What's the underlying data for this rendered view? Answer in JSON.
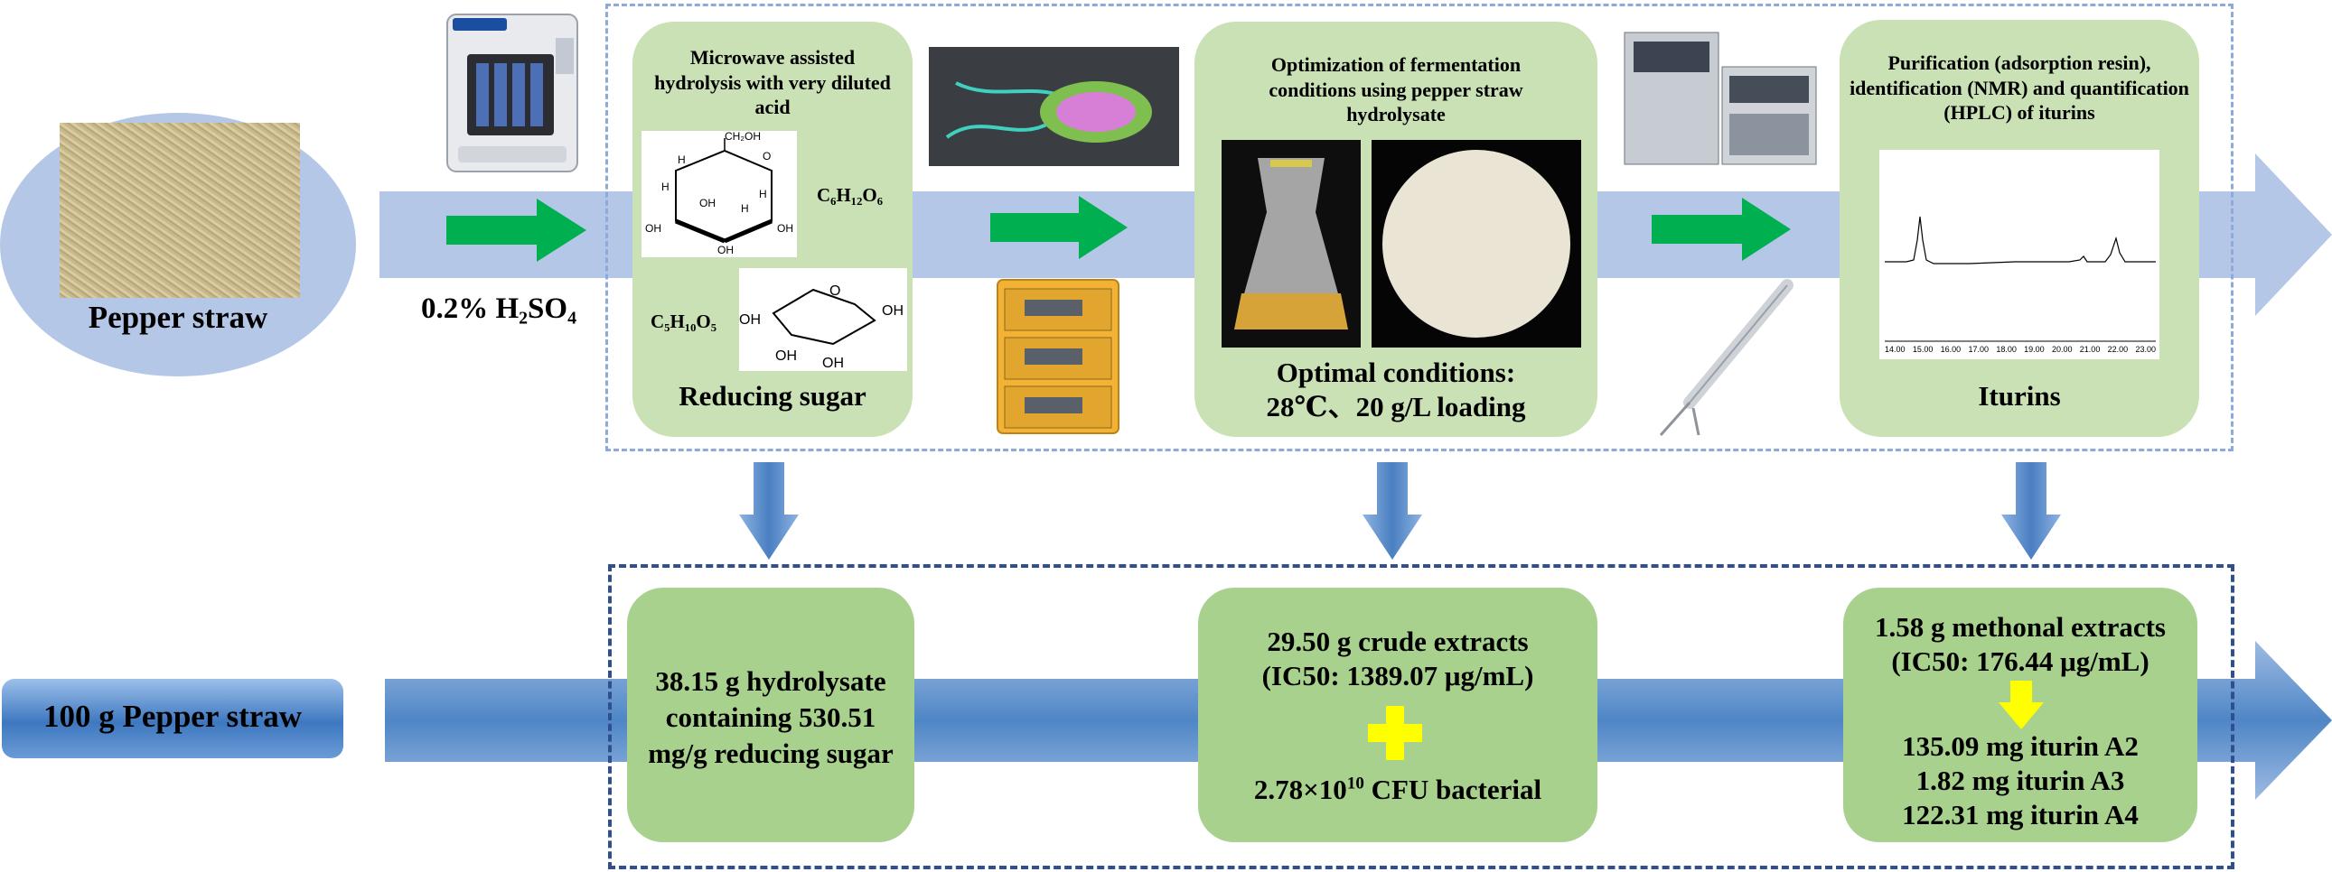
{
  "top_row": {
    "source_label": "Pepper straw",
    "acid_label": "0.2% H₂SO₄",
    "step1": {
      "title": "Microwave assisted hydrolysis with very diluted acid",
      "formula_glucose": "C₆H₁₂O₆",
      "formula_xylose": "C₅H₁₀O₅",
      "caption": "Reducing sugar"
    },
    "step2": {
      "title": "Optimization of fermentation conditions using pepper straw hydrolysate",
      "caption_line1": "Optimal conditions:",
      "caption_line2": "28℃、20 g/L loading"
    },
    "step3": {
      "title": "Purification (adsorption resin), identification (NMR) and quantification (HPLC) of iturins",
      "caption": "Iturins",
      "hplc_ticks": [
        "14.00",
        "15.00",
        "16.00",
        "17.00",
        "18.00",
        "19.00",
        "20.00",
        "21.00",
        "22.00",
        "23.00"
      ]
    }
  },
  "bottom_row": {
    "source_label": "100 g Pepper straw",
    "result1_line1": "38.15 g hydrolysate",
    "result1_line2": "containing 530.51",
    "result1_line3": "mg/g reducing sugar",
    "result2_line1": "29.50 g crude extracts",
    "result2_line2": "(IC50: 1389.07 μg/mL)",
    "result2_line3_base": "2.78×10",
    "result2_line3_exp": "10",
    "result2_line3_tail": " CFU bacterial",
    "result3_line1": "1.58 g methonal extracts",
    "result3_line2": "(IC50: 176.44 μg/mL)",
    "result3_line3": "135.09 mg iturin A2",
    "result3_line4": "1.82 mg iturin A3",
    "result3_line5": "122.31 mg iturin A4"
  },
  "colors": {
    "light_blue_arrow": "#b4c7e7",
    "dark_blue_arrow": "#5b8fcb",
    "green_arrow": "#00b050",
    "light_green_box": "#c9e1b5",
    "green_box": "#a9d18e",
    "yellow_arrow": "#ffff00"
  },
  "glucose_labels": {
    "ch2oh": "CH₂OH",
    "oh": "OH",
    "h": "H",
    "o": "O"
  },
  "xylose_labels": {
    "oh": "OH",
    "o": "O"
  }
}
